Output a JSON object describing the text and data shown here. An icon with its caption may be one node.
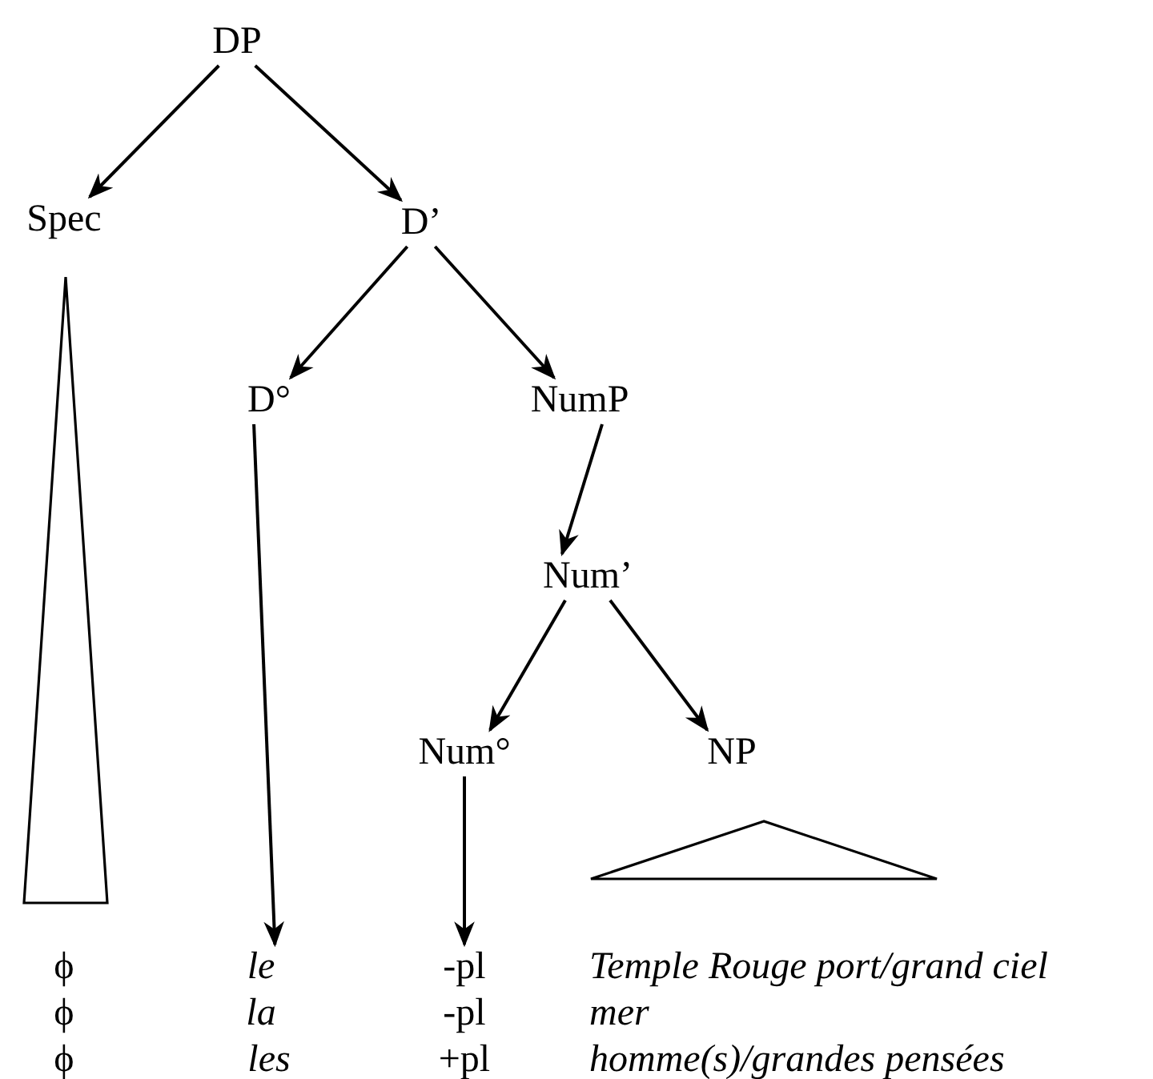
{
  "diagram": {
    "nodes": [
      {
        "text": [
          "DP"
        ]
      },
      {
        "text": [
          "Spec"
        ]
      },
      {
        "text": [
          "D’"
        ]
      },
      {
        "text": [
          "D°"
        ]
      },
      {
        "text": [
          "NumP"
        ]
      },
      {
        "text": [
          "Num’"
        ]
      },
      {
        "text": [
          "Num°"
        ]
      },
      {
        "text": [
          "NP"
        ]
      },
      {
        "text": [
          "le"
        ]
      },
      {
        "text": [
          "-pl"
        ]
      },
      {
        "text": [],
        "shape": "triangle"
      },
      {
        "text": [],
        "shape": "triangle"
      }
    ],
    "edges": [
      {
        "from": 0,
        "to": 1,
        "arrow": "to"
      },
      {
        "from": 0,
        "to": 2,
        "arrow": "to"
      },
      {
        "from": 2,
        "to": 3,
        "arrow": "to"
      },
      {
        "from": 2,
        "to": 4,
        "arrow": "to"
      },
      {
        "from": 4,
        "to": 5,
        "arrow": "to"
      },
      {
        "from": 5,
        "to": 6,
        "arrow": "to"
      },
      {
        "from": 5,
        "to": 7,
        "arrow": "to"
      },
      {
        "from": 3,
        "to": 8,
        "arrow": "to"
      },
      {
        "from": 6,
        "to": 9,
        "arrow": "to"
      }
    ],
    "labels": [
      "ϕ",
      "Temple Rouge port/grand ciel",
      "ϕ",
      "la",
      "-pl",
      "mer",
      "ϕ",
      "les",
      "+pl",
      "homme(s)/grandes pensées"
    ]
  }
}
